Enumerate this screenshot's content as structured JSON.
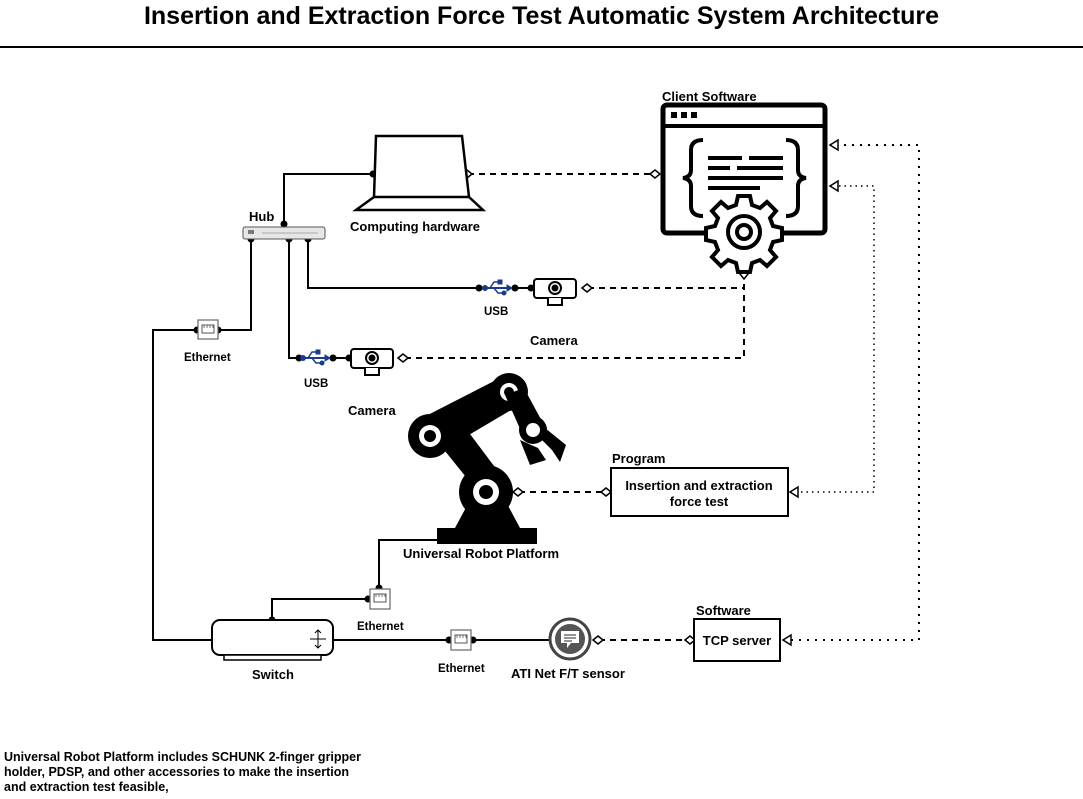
{
  "title": "Insertion and Extraction Force Test Automatic System Architecture",
  "labels": {
    "client_software": "Client Software",
    "computing_hardware": "Computing hardware",
    "hub": "Hub",
    "ethernet_hub": "Ethernet",
    "usb_1": "USB",
    "camera_1": "Camera",
    "usb_2": "USB",
    "camera_2": "Camera",
    "program": "Program",
    "program_box_line1": "Insertion and extraction",
    "program_box_line2": "force test",
    "robot": "Universal  Robot Platform",
    "ethernet_robot": "Ethernet",
    "switch": "Switch",
    "ethernet_sensor": "Ethernet",
    "sensor": "ATI Net F/T sensor",
    "software": "Software",
    "tcp_server": "TCP server"
  },
  "footnote": "Universal Robot Platform includes SCHUNK 2-finger gripper holder, PDSP, and other accessories to make the insertion and extraction test feasible,"
}
